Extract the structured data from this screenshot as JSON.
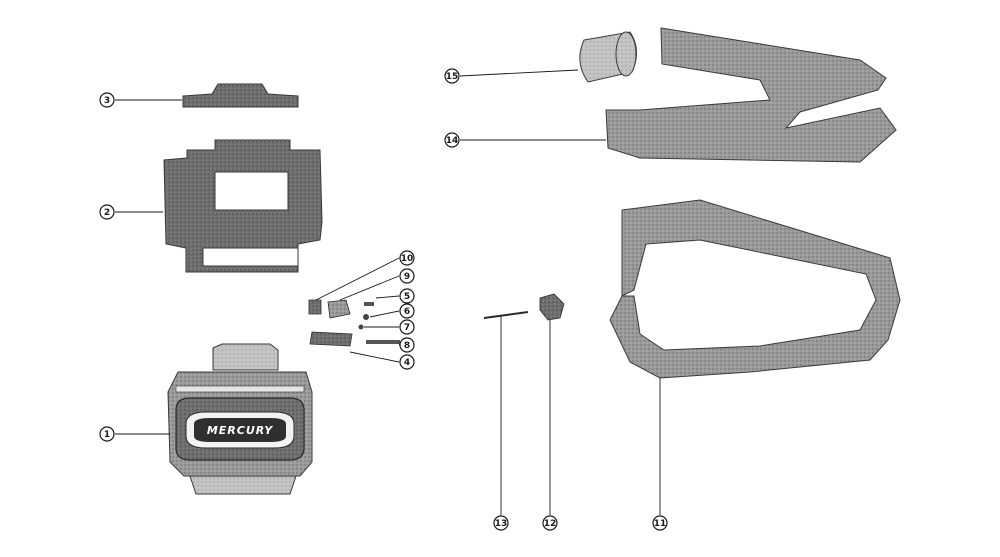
{
  "diagram": {
    "brand_label": "MERCURY",
    "callouts": [
      {
        "id": "c1",
        "label": "1"
      },
      {
        "id": "c2",
        "label": "2"
      },
      {
        "id": "c3",
        "label": "3"
      },
      {
        "id": "c4",
        "label": "4"
      },
      {
        "id": "c5",
        "label": "5"
      },
      {
        "id": "c6",
        "label": "6"
      },
      {
        "id": "c7",
        "label": "7"
      },
      {
        "id": "c8",
        "label": "8"
      },
      {
        "id": "c9",
        "label": "9"
      },
      {
        "id": "c10",
        "label": "10"
      },
      {
        "id": "c11",
        "label": "11"
      },
      {
        "id": "c12",
        "label": "12"
      },
      {
        "id": "c13",
        "label": "13"
      },
      {
        "id": "c14",
        "label": "14"
      },
      {
        "id": "c15",
        "label": "15"
      }
    ],
    "colors": {
      "part_fill": "#8f8f8f",
      "part_dark": "#5e5e5e",
      "part_light": "#bdbdbd",
      "ink": "#1a1a1a"
    }
  }
}
